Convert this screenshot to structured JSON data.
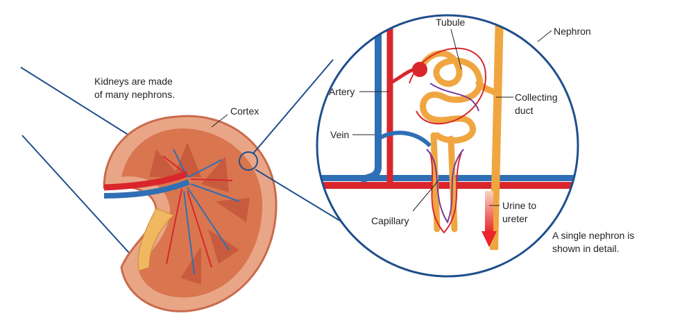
{
  "caption_left": [
    "Kidneys are made",
    "of many nephrons."
  ],
  "caption_right": [
    "A single nephron is",
    "shown in detail."
  ],
  "labels": {
    "cortex": "Cortex",
    "tubule": "Tubule",
    "nephron": "Nephron",
    "artery": "Artery",
    "collecting_duct": [
      "Collecting",
      "duct"
    ],
    "vein": "Vein",
    "capillary": "Capillary",
    "urine": [
      "Urine to",
      "ureter"
    ]
  },
  "colors": {
    "outline": "#1f4e8c",
    "artery": "#d9262c",
    "vein": "#2f6fb5",
    "tubule": "#f0a640",
    "kidney": "#d77a5a"
  }
}
